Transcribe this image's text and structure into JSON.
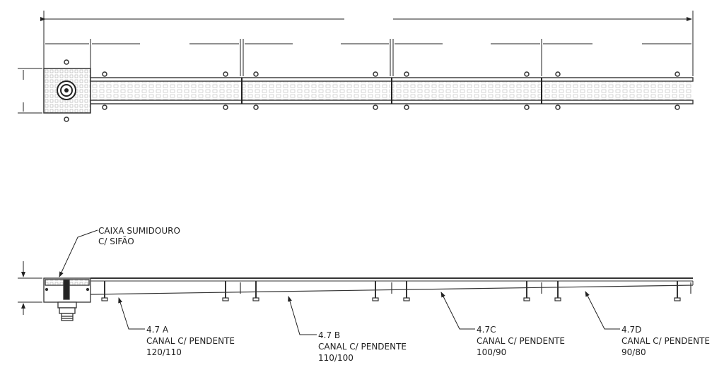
{
  "drawing": {
    "label_box": "CAIXA SUMIDOURO",
    "label_box_2": "C/ SIFÃO",
    "channels": [
      {
        "code": "4.7 A",
        "desc": "CANAL C/ PENDENTE",
        "slope": "120/110"
      },
      {
        "code": "4.7 B",
        "desc": "CANAL C/ PENDENTE",
        "slope": "110/100"
      },
      {
        "code": "4.7C",
        "desc": "CANAL C/ PENDENTE",
        "slope": "100/90"
      },
      {
        "code": "4.7D",
        "desc": "CANAL C/ PENDENTE",
        "slope": "90/80"
      }
    ]
  }
}
